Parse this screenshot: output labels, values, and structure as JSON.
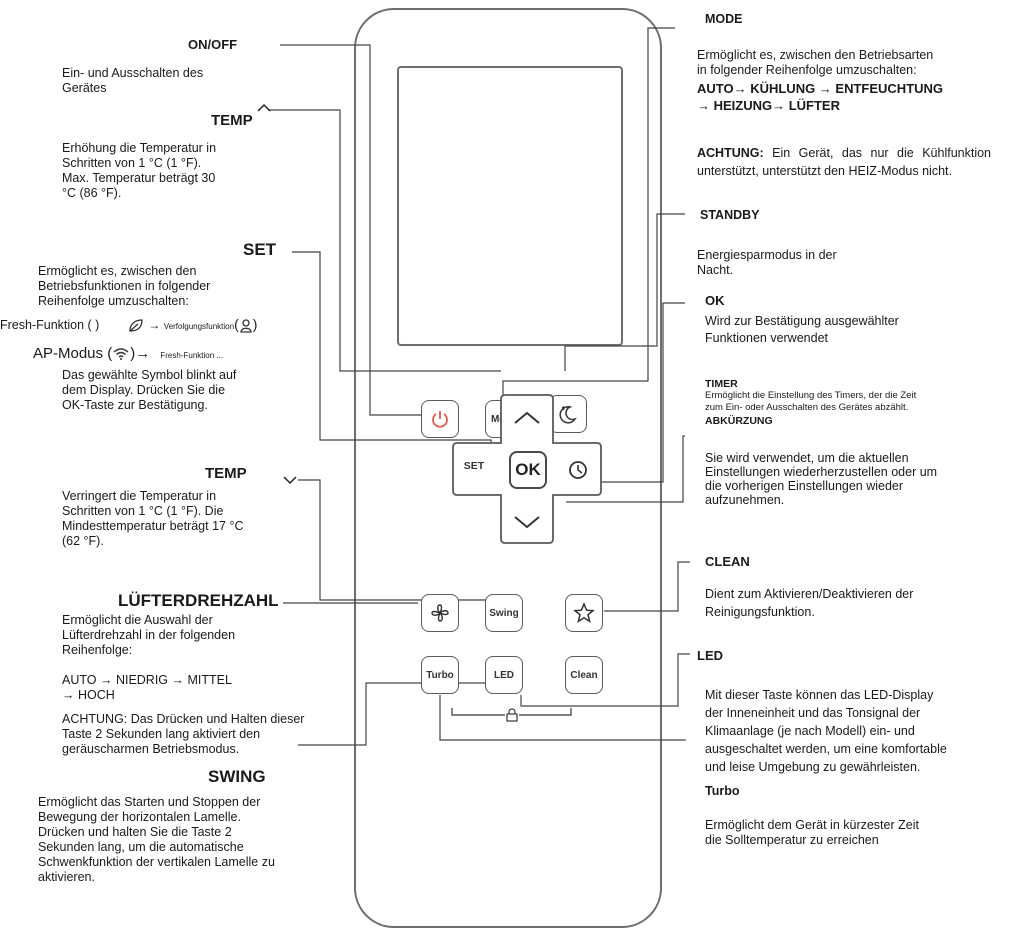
{
  "remote": {
    "buttons": {
      "mode": "Mode",
      "set": "SET",
      "ok": "OK",
      "swing": "Swing",
      "turbo": "Turbo",
      "led": "LED",
      "clean": "Clean"
    }
  },
  "left": {
    "onoff": {
      "title": "ON/OFF",
      "desc": "Ein- und Ausschalten des\nGerätes"
    },
    "temp_up": {
      "title": "TEMP",
      "desc": "Erhöhung die Temperatur in\nSchritten von 1 °C (1 °F).\nMax.  Temperatur beträgt 30\n°C (86 °F)."
    },
    "set": {
      "title": "SET",
      "desc": "Ermöglicht es, zwischen den\nBetriebsfunktionen in folgender\nReihenfolge umzuschalten:",
      "seq1_a": "Fresh-Funktion ( )",
      "seq1_b": "Verfolgungsfunktion",
      "seq2_a": "AP-Modus",
      "seq2_b": "Fresh-Funktion ...",
      "desc2": "Das gewählte Symbol blinkt auf\ndem Display. Drücken Sie die\nOK-Taste zur Bestätigung."
    },
    "temp_down": {
      "title": "TEMP",
      "desc": "Verringert die Temperatur in\nSchritten von 1 °C (1 °F). Die\nMindesttemperatur beträgt 17 °C\n(62 °F)."
    },
    "fan": {
      "title": "LÜFTERDREHZAHL",
      "desc": "Ermöglicht die Auswahl der\nLüfterdrehzahl in der folgenden\nReihenfolge:",
      "seq": "AUTO → NIEDRIG → MITTEL\n→ HOCH",
      "note": "ACHTUNG: Das Drücken und Halten dieser\nTaste 2 Sekunden lang aktiviert den\ngeräuscharmen Betriebsmodus."
    },
    "swing": {
      "title": "SWING",
      "desc": "Ermöglicht das Starten und Stoppen der\nBewegung der horizontalen Lamelle.\nDrücken und halten Sie die Taste 2\nSekunden lang, um die automatische\nSchwenkfunktion der vertikalen Lamelle zu\naktivieren."
    }
  },
  "right": {
    "mode": {
      "title": "MODE",
      "desc": "Ermöglicht es, zwischen den Betriebsarten\nin folgender Reihenfolge umzuschalten:",
      "seq": "AUTO→ KÜHLUNG → ENTFEUCHTUNG\n→ HEIZUNG→ LÜFTER",
      "note_label": "ACHTUNG:",
      "note": " Ein Gerät, das nur die Kühlfunktion unterstützt, unterstützt den HEIZ-Modus nicht."
    },
    "standby": {
      "title": "STANDBY",
      "desc": "Energiesparmodus in der\nNacht."
    },
    "ok": {
      "title": "OK",
      "desc": "Wird zur Bestätigung ausgewählter\nFunktionen verwendet"
    },
    "timer": {
      "title": "TIMER",
      "desc": "Ermöglicht die Einstellung des Timers, der die Zeit\nzum Ein- oder Ausschalten des Gerätes abzählt."
    },
    "shortcut": {
      "title": "ABKÜRZUNG",
      "desc": "Sie wird verwendet, um die aktuellen\nEinstellungen wiederherzustellen oder um\ndie vorherigen Einstellungen wieder\naufzunehmen."
    },
    "clean": {
      "title": "CLEAN",
      "desc": "Dient zum Aktivieren/Deaktivieren der\nReinigungsfunktion."
    },
    "led": {
      "title": "LED",
      "desc": "Mit dieser Taste können das LED-Display\nder Inneneinheit und das Tonsignal der\nKlimaanlage (je nach Modell) ein- und\nausgeschaltet werden, um eine komfortable\nund leise Umgebung zu gewährleisten."
    },
    "turbo": {
      "title": "Turbo",
      "desc": "Ermöglicht dem Gerät in kürzester Zeit\ndie Solltemperatur zu erreichen"
    }
  },
  "colors": {
    "power": "#e05a4e",
    "line": "#444444",
    "outline": "#6e6e6e"
  },
  "icons": [
    "power-icon",
    "sleep-icon",
    "up-arrow-icon",
    "down-arrow-icon",
    "clock-icon",
    "fan-icon",
    "star-icon",
    "lock-icon",
    "leaf-icon",
    "person-icon",
    "wifi-icon",
    "chevron-up-icon",
    "chevron-down-icon"
  ]
}
